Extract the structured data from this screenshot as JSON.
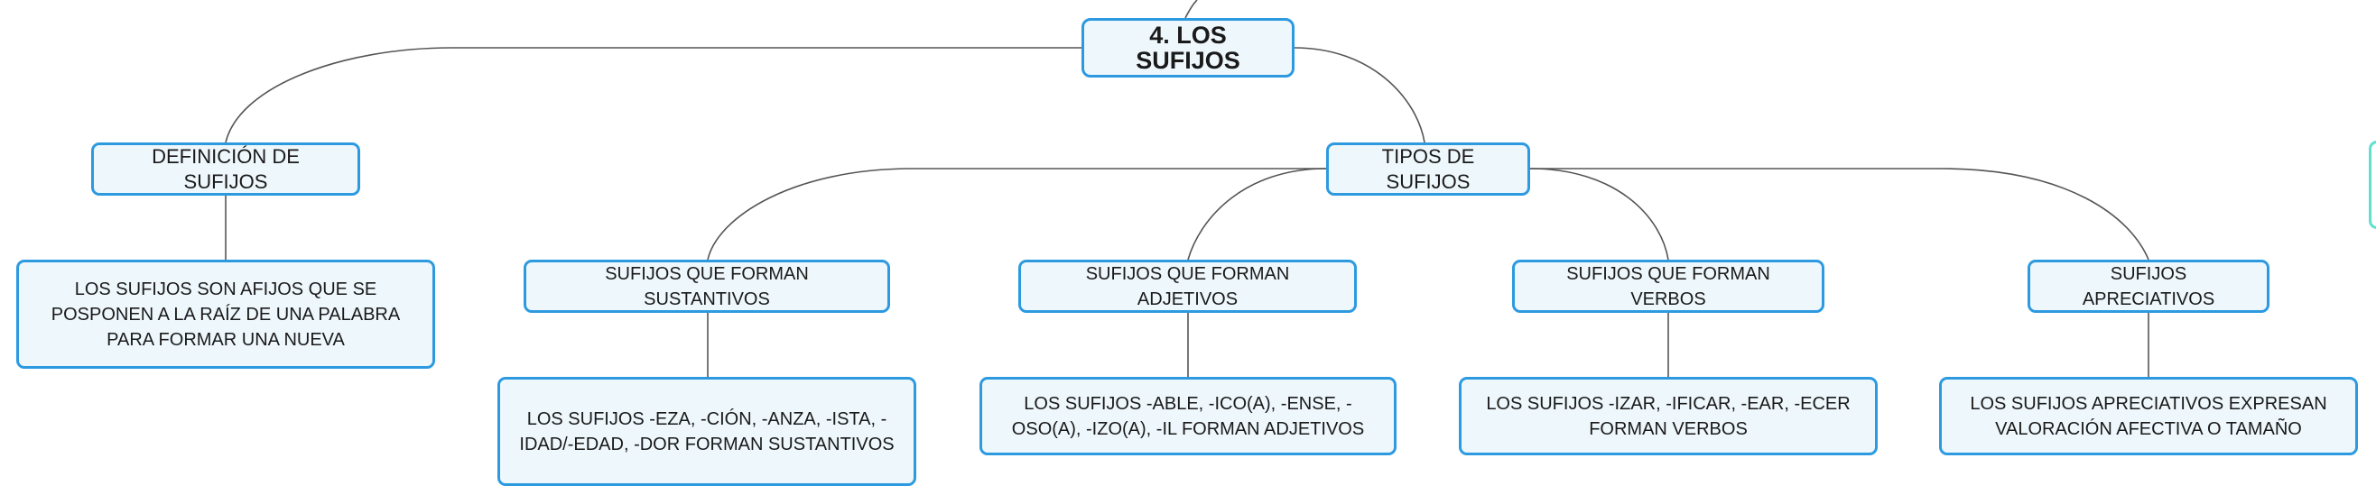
{
  "diagram": {
    "root": {
      "label": "4. LOS SUFIJOS"
    },
    "definition": {
      "label": "DEFINICIÓN DE SUFIJOS",
      "detail": "LOS SUFIJOS SON AFIJOS QUE SE POSPONEN A LA RAÍZ DE UNA PALABRA PARA FORMAR UNA NUEVA"
    },
    "types": {
      "label": "TIPOS DE SUFIJOS",
      "children": [
        {
          "label": "SUFIJOS QUE FORMAN SUSTANTIVOS",
          "detail": "LOS SUFIJOS -EZA, -CIÓN, -ANZA, -ISTA, -IDAD/-EDAD, -DOR FORMAN SUSTANTIVOS"
        },
        {
          "label": "SUFIJOS QUE FORMAN ADJETIVOS",
          "detail": "LOS SUFIJOS -ABLE, -ICO(A), -ENSE, -OSO(A), -IZO(A), -IL FORMAN ADJETIVOS"
        },
        {
          "label": "SUFIJOS QUE FORMAN VERBOS",
          "detail": "LOS SUFIJOS -IZAR, -IFICAR, -EAR, -ECER FORMAN VERBOS"
        },
        {
          "label": "SUFIJOS APRECIATIVOS",
          "detail": "LOS SUFIJOS APRECIATIVOS EXPRESAN VALORACIÓN AFECTIVA O TAMAÑO"
        }
      ]
    }
  },
  "colors": {
    "node_border": "#2d9ae0",
    "node_fill": "#eef7fc",
    "connector": "#555555",
    "side_tab_border": "#5fe0d0"
  }
}
